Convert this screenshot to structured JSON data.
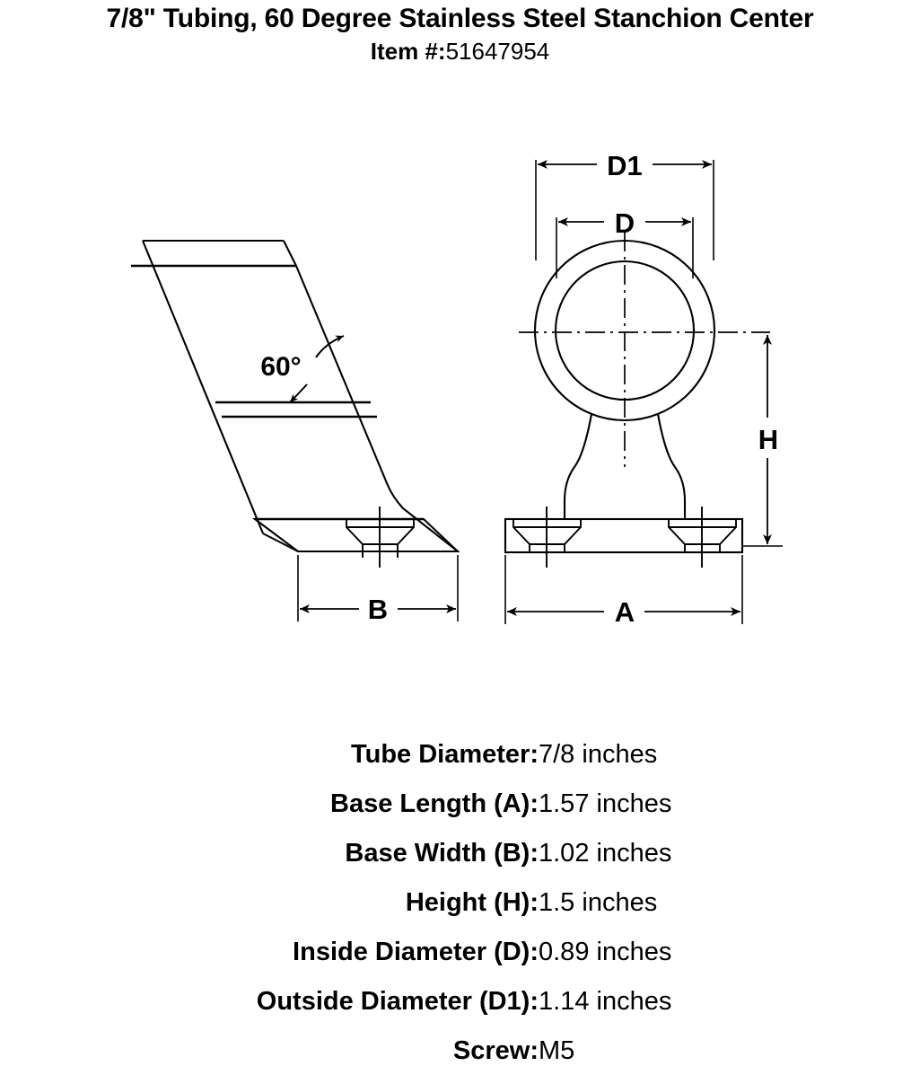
{
  "title": {
    "line1": "7/8\" Tubing, 60 Degree Stainless Steel Stanchion Center",
    "item_label": "Item #:",
    "item_number": "51647954"
  },
  "drawing": {
    "angle_label": "60°",
    "dimension_labels": {
      "base_width": "B",
      "base_length": "A",
      "height": "H",
      "inside_diameter": "D",
      "outside_diameter": "D1"
    },
    "line_color": "#000000",
    "background": "#ffffff"
  },
  "specs": {
    "rows": [
      {
        "label": "Tube Diameter:",
        "value": "7/8 inches"
      },
      {
        "label": "Base Length (A):",
        "value": "1.57 inches"
      },
      {
        "label": "Base Width (B):",
        "value": "1.02 inches"
      },
      {
        "label": "Height (H):",
        "value": "1.5 inches"
      },
      {
        "label": "Inside Diameter (D):",
        "value": "0.89 inches"
      },
      {
        "label": "Outside Diameter (D1):",
        "value": "1.14 inches"
      },
      {
        "label": "Screw:",
        "value": "M5"
      }
    ]
  }
}
